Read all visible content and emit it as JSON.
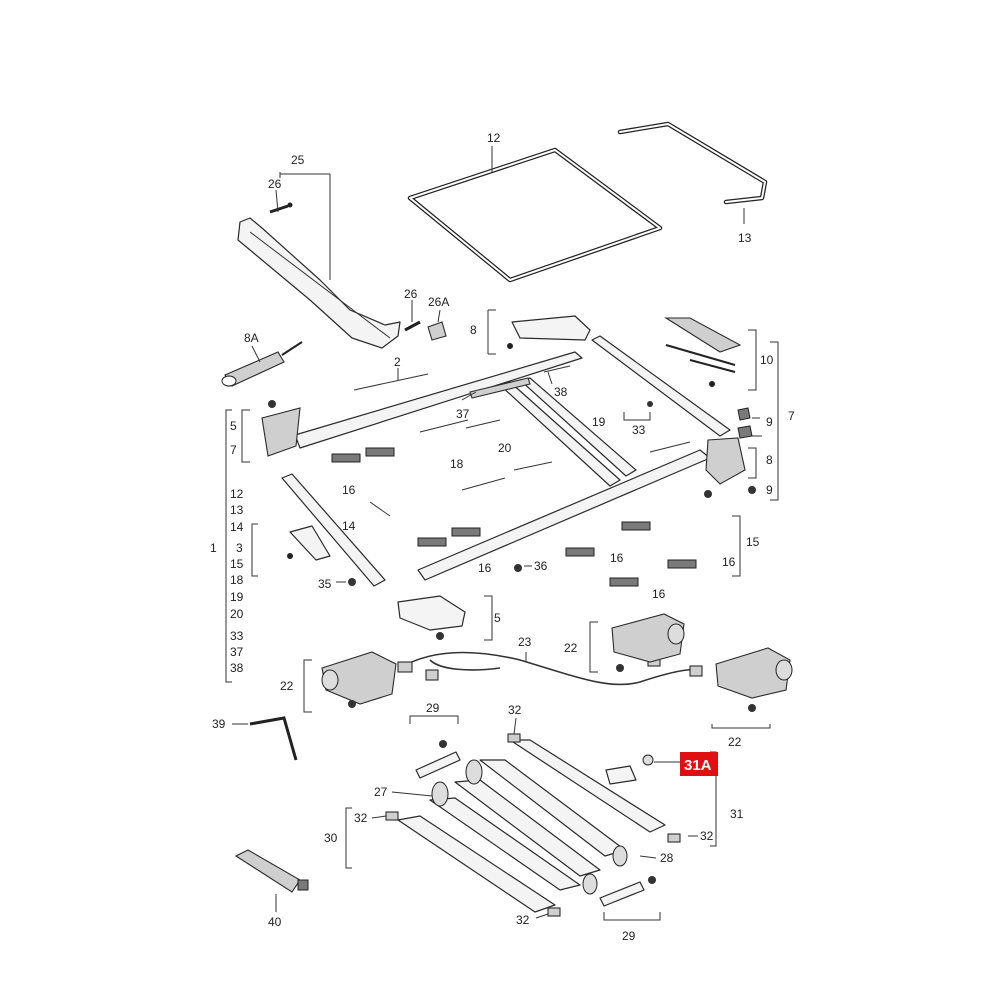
{
  "callouts": {
    "c1": "1",
    "c2": "2",
    "c3": "3",
    "c5a": "5",
    "c5b": "5",
    "c7a": "7",
    "c7b": "7",
    "c8a": "8",
    "c8b": "8",
    "c8A": "8A",
    "c9a": "9",
    "c9b": "9",
    "c10": "10",
    "c12a": "12",
    "c12b": "12",
    "c13a": "13",
    "c13b": "13",
    "c14a": "14",
    "c14b": "14",
    "c15a": "15",
    "c15b": "15",
    "c16a": "16",
    "c16b": "16",
    "c16c": "16",
    "c16d": "16",
    "c16e": "16",
    "c18a": "18",
    "c18b": "18",
    "c19a": "19",
    "c19b": "19",
    "c20a": "20",
    "c20b": "20",
    "c22a": "22",
    "c22b": "22",
    "c22c": "22",
    "c23": "23",
    "c25": "25",
    "c26a": "26",
    "c26b": "26",
    "c26A": "26A",
    "c27": "27",
    "c28": "28",
    "c29a": "29",
    "c29b": "29",
    "c30": "30",
    "c31": "31",
    "c31A": "31A",
    "c32a": "32",
    "c32b": "32",
    "c32c": "32",
    "c32d": "32",
    "c33a": "33",
    "c33b": "33",
    "c35": "35",
    "c36": "36",
    "c37a": "37",
    "c37b": "37",
    "c38a": "38",
    "c38b": "38",
    "c39": "39",
    "c40": "40"
  },
  "highlight": {
    "color": "#e01010",
    "label_ref": "31A"
  }
}
